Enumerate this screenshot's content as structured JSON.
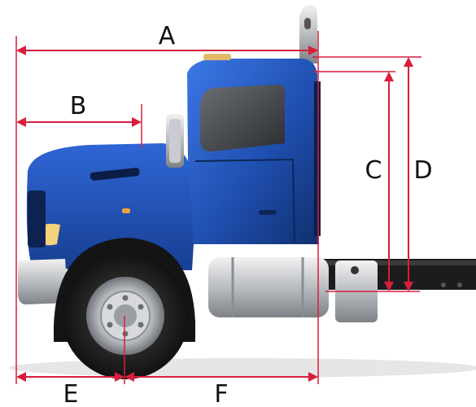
{
  "diagram": {
    "title": "",
    "subject": "truck",
    "accent_color": "#d81e3c",
    "body_color": "#1f4fb0",
    "dimensions": {
      "a": {
        "label": "A"
      },
      "b": {
        "label": "B"
      },
      "c": {
        "label": "C"
      },
      "d": {
        "label": "D"
      },
      "e": {
        "label": "E"
      },
      "f": {
        "label": "F"
      }
    }
  }
}
